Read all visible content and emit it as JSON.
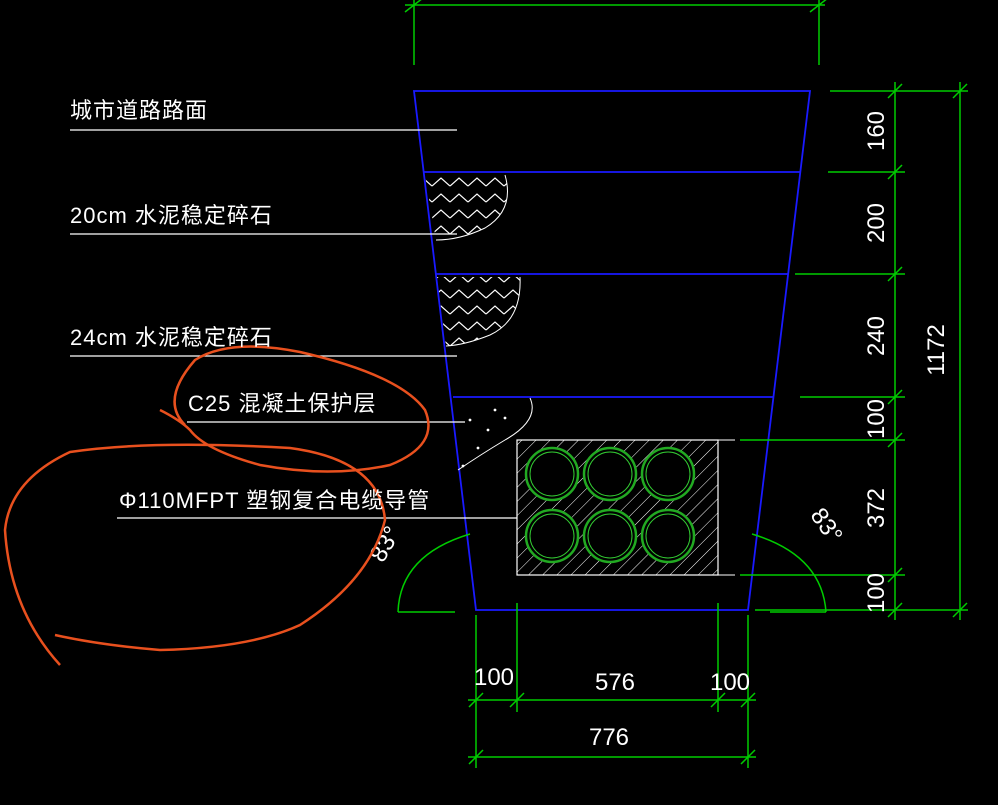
{
  "layers": [
    {
      "label": "城市道路路面",
      "dim": "160"
    },
    {
      "label": "20cm 水泥稳定碎石",
      "dim": "200"
    },
    {
      "label": "24cm 水泥稳定碎石",
      "dim": "240"
    },
    {
      "label": "C25 混凝土保护层",
      "dim": "100"
    },
    {
      "label": "Φ110MFPT 塑钢复合电缆导管",
      "dim": "372"
    },
    {
      "label": "",
      "dim": "100"
    }
  ],
  "total_height": "1172",
  "bottom_dims": {
    "left": "100",
    "middle": "576",
    "right": "100",
    "total": "776"
  },
  "angles": {
    "left": "83°",
    "right": "83°"
  },
  "conduits": {
    "rows": 2,
    "cols": 3
  },
  "colors": {
    "trench": "#1a1aff",
    "dimension": "#00cc00",
    "leader": "#ffffff",
    "markup": "#e8501e",
    "conduit": "#22aa22"
  }
}
